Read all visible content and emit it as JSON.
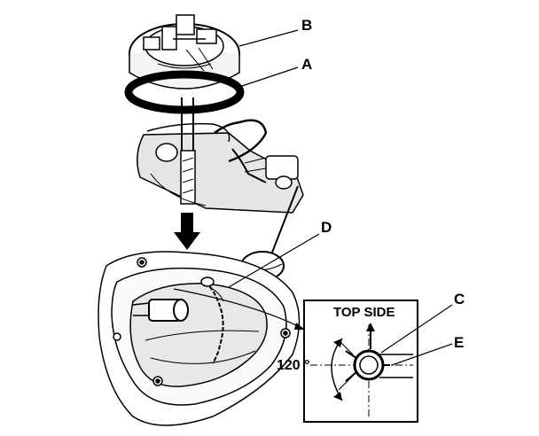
{
  "labels": {
    "a": "A",
    "b": "B",
    "c": "C",
    "d": "D",
    "e": "E"
  },
  "inset": {
    "title": "TOP SIDE",
    "angle": "120 °"
  }
}
